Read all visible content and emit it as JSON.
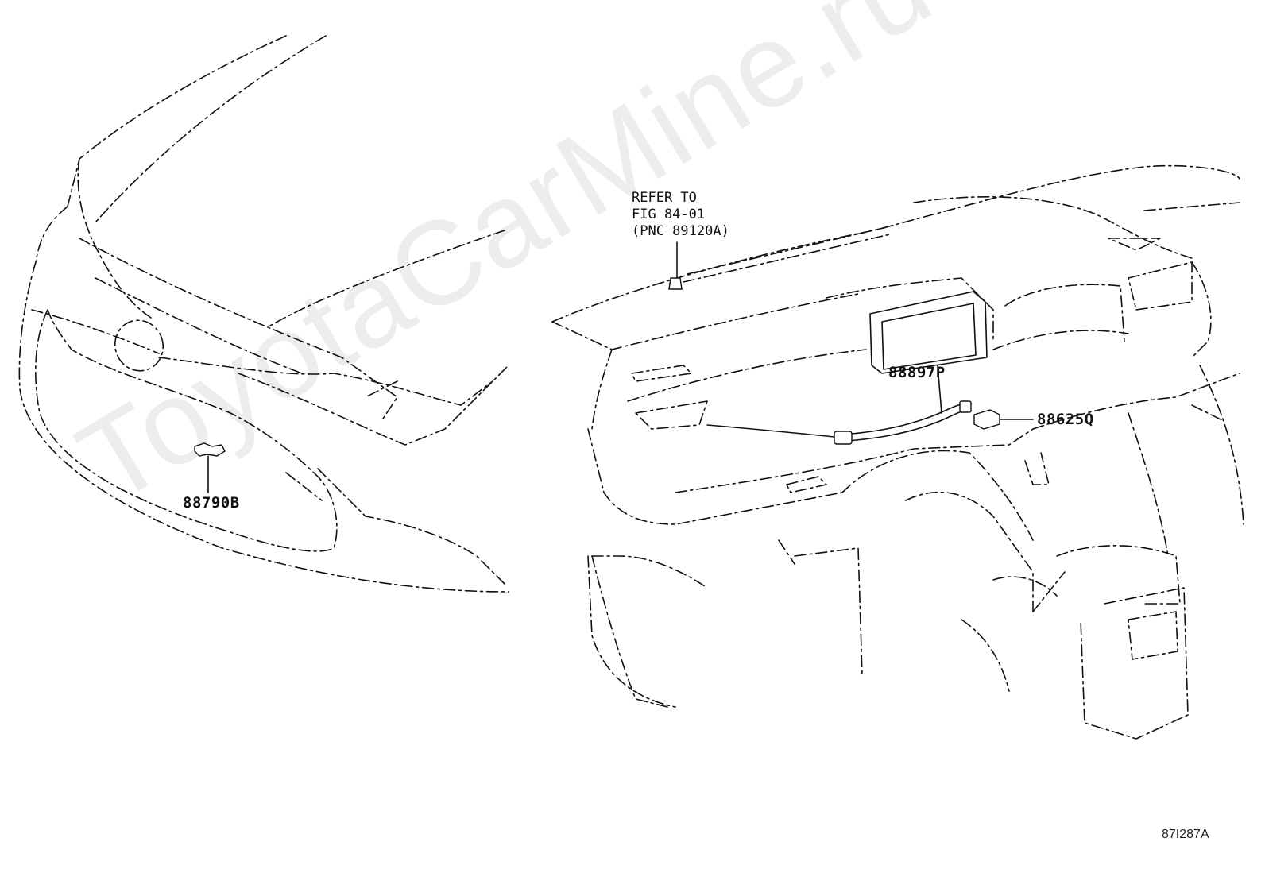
{
  "watermark": "ToyotaCarMine.ru",
  "figure_id": "87I287A",
  "callouts": {
    "front_sensor": "88790B",
    "display": "88897P",
    "sensor_unit": "88625Q"
  },
  "reference_note": {
    "line1": "REFER TO",
    "line2": "FIG 84-01",
    "line3": "(PNC 89120A)"
  },
  "colors": {
    "line": "#111111",
    "background": "#ffffff"
  }
}
